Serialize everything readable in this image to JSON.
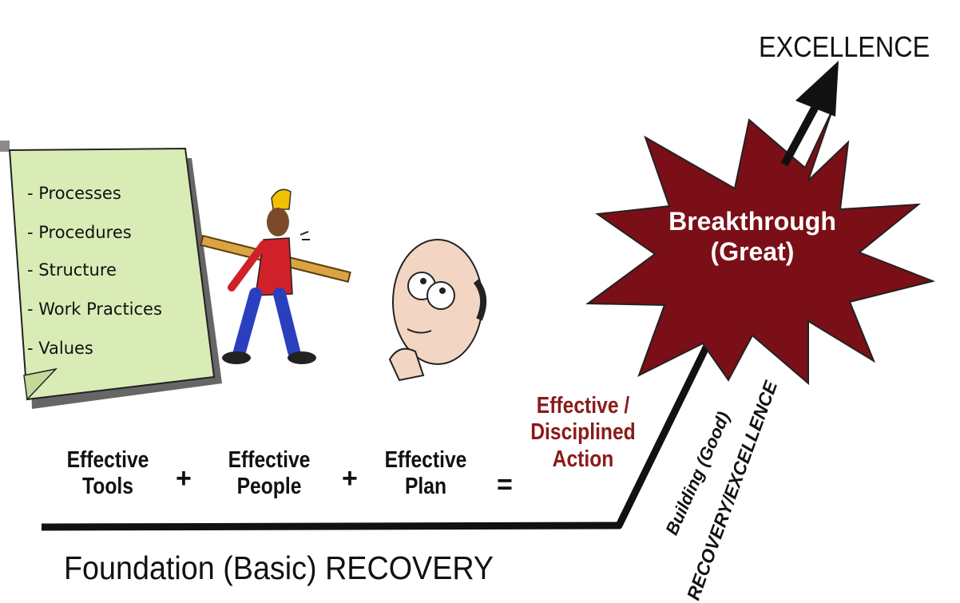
{
  "goal": "EXCELLENCE",
  "breakthrough": {
    "line1": "Breakthrough",
    "line2": "(Great)"
  },
  "note_items": [
    "- Processes",
    "- Procedures",
    "- Structure",
    "- Work Practices",
    "- Values"
  ],
  "equation": {
    "tools": {
      "line1": "Effective",
      "line2": "Tools"
    },
    "plus1": "+",
    "people": {
      "line1": "Effective",
      "line2": "People"
    },
    "plus2": "+",
    "plan": {
      "line1": "Effective",
      "line2": "Plan"
    },
    "equals": "=",
    "action": {
      "line1": "Effective /",
      "line2": "Disciplined",
      "line3": "Action"
    }
  },
  "building_label": "Building (Good)",
  "recovery_excellence_label": "RECOVERY/EXCELLENCE",
  "foundation_label": "Foundation (Basic) RECOVERY",
  "colors": {
    "accent": "#7a0f17",
    "action_text": "#8b1a1a",
    "note_paper": "#d9ecb6",
    "line": "#111111"
  }
}
